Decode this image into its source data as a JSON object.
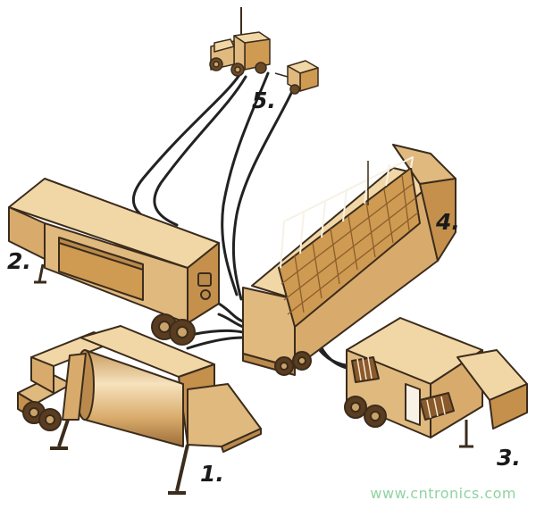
{
  "labels": {
    "unit_1": "1.",
    "unit_2": "2.",
    "unit_3": "3.",
    "unit_4": "4.",
    "unit_5": "5."
  },
  "watermark": {
    "text": "www.cntronics.com"
  },
  "colors": {
    "body": "#e0b97f",
    "body_light": "#f2d7a6",
    "body_dark": "#b98a4c",
    "panel": "#cf9a52",
    "outline": "#3b2c1c",
    "cable": "#222222",
    "watermark": "#8fd3a0"
  }
}
